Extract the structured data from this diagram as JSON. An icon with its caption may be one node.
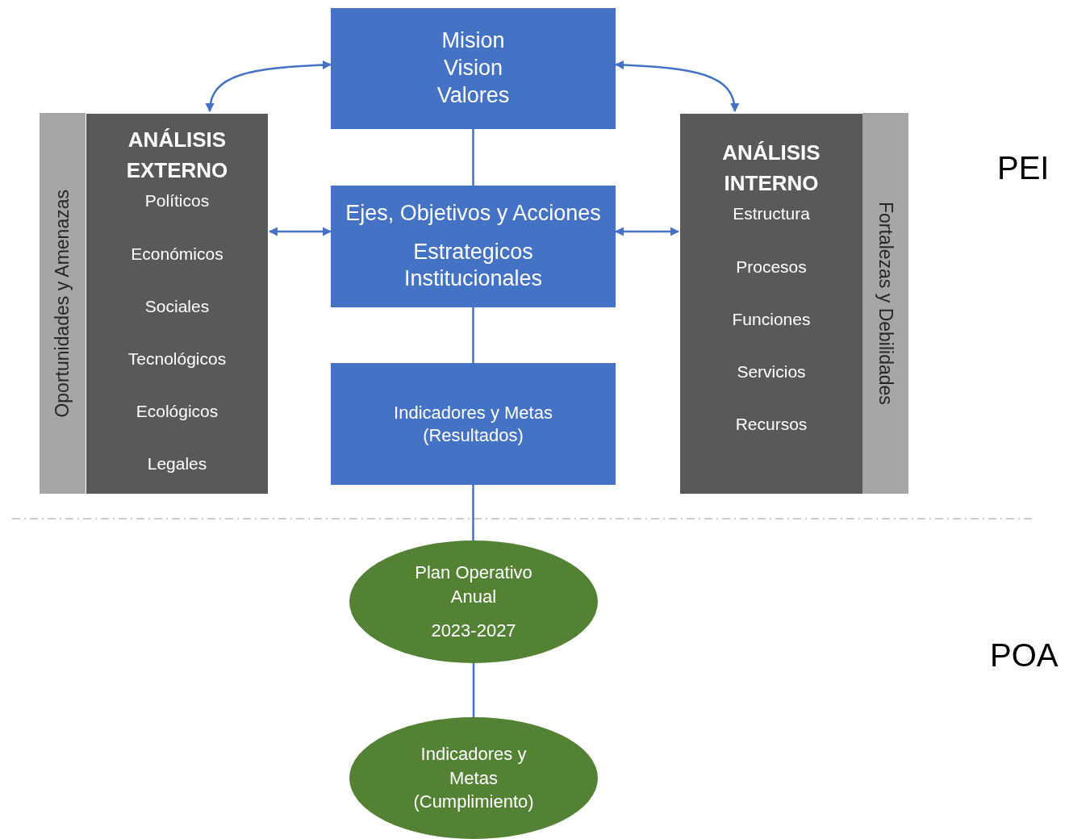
{
  "diagram": {
    "nodes": [
      {
        "text": [
          "Mision",
          "Vision",
          "Valores"
        ]
      },
      {
        "text": [
          "Oportunidades y Amenazas"
        ]
      },
      {
        "text": [
          "ANÁLISIS EXTERNO",
          "Políticos",
          "Económicos",
          "Sociales",
          "Tecnológicos",
          "Ecológicos",
          "Legales"
        ]
      },
      {
        "text": [
          "Ejes, Objetivos y Acciones",
          "Estrategicos Institucionales"
        ]
      },
      {
        "text": [
          "ANÁLISIS INTERNO",
          "Estructura",
          "Procesos",
          "Funciones",
          "Servicios",
          "Recursos"
        ]
      },
      {
        "text": [
          "Fortalezas y Debilidades"
        ]
      },
      {
        "text": [
          "Indicadores y Metas (Resultados)"
        ]
      },
      {
        "text": [
          "Plan Operativo Anual",
          "2023-2027"
        ]
      },
      {
        "text": [
          "Indicadores y Metas (Cumplimiento)"
        ]
      }
    ],
    "edges": [
      {
        "from": 0,
        "to": 2,
        "arrow": "both"
      },
      {
        "from": 0,
        "to": 4,
        "arrow": "both"
      },
      {
        "from": 3,
        "to": 2,
        "arrow": "both"
      },
      {
        "from": 3,
        "to": 4,
        "arrow": "both"
      },
      {
        "from": 0,
        "to": 3,
        "arrow": "none"
      },
      {
        "from": 3,
        "to": 6,
        "arrow": "none"
      },
      {
        "from": 6,
        "to": 7,
        "arrow": "none"
      },
      {
        "from": 7,
        "to": 8,
        "arrow": "none"
      }
    ],
    "labels": [
      "PEI",
      "POA"
    ]
  }
}
